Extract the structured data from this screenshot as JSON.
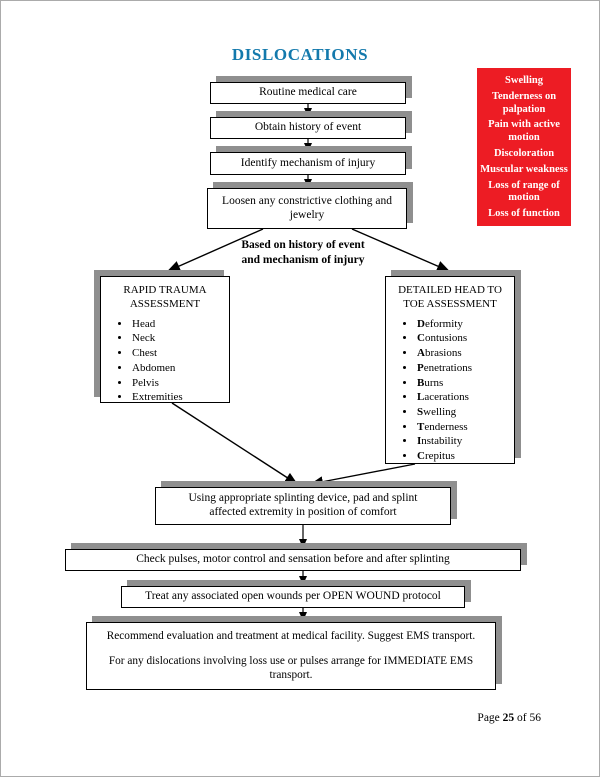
{
  "page": {
    "title": "DISLOCATIONS",
    "footer": {
      "prefix": "Page ",
      "page_number": "25",
      "separator": " of ",
      "total_pages": "56"
    }
  },
  "colors": {
    "title_blue": "#1379AC",
    "alert_red": "#ED1C24",
    "shadow_gray": "#8f8f8f"
  },
  "alert_box": {
    "items": [
      "Swelling",
      "Tenderness on palpation",
      "Pain with active motion",
      "Discoloration",
      "Muscular weakness",
      "Loss of range of motion",
      "Loss of function"
    ]
  },
  "flow": {
    "step_routine": "Routine medical care",
    "step_history": "Obtain history of event",
    "step_mechanism": "Identify mechanism of injury",
    "step_loosen": [
      "Loosen any constrictive clothing and",
      "jewelry"
    ],
    "branch_note": [
      "Based on history of event",
      "and mechanism of injury"
    ],
    "rapid_trauma": {
      "title": "RAPID TRAUMA ASSESSMENT",
      "items": [
        "Head",
        "Neck",
        "Chest",
        "Abdomen",
        "Pelvis",
        "Extremities"
      ]
    },
    "head_to_toe": {
      "title": "DETAILED HEAD TO TOE ASSESSMENT",
      "items": [
        {
          "bold": "D",
          "rest": "eformity"
        },
        {
          "bold": "C",
          "rest": "ontusions"
        },
        {
          "bold": "A",
          "rest": "brasions"
        },
        {
          "bold": "P",
          "rest": "enetrations"
        },
        {
          "bold": "B",
          "rest": "urns"
        },
        {
          "bold": "L",
          "rest": "acerations"
        },
        {
          "bold": "S",
          "rest": "welling"
        },
        {
          "bold": "T",
          "rest": "enderness"
        },
        {
          "bold": "I",
          "rest": "nstability"
        },
        {
          "bold": "C",
          "rest": "repitus"
        }
      ]
    },
    "step_splint": [
      "Using appropriate splinting device, pad and splint",
      "affected extremity in position of comfort"
    ],
    "step_pulses": "Check pulses, motor control and sensation before and after splinting",
    "step_wounds": "Treat any associated open wounds per OPEN WOUND protocol",
    "step_transport_1": "Recommend evaluation and treatment at medical facility. Suggest EMS transport.",
    "step_transport_2": "For any dislocations involving loss use or pulses arrange for IMMEDIATE EMS transport."
  }
}
